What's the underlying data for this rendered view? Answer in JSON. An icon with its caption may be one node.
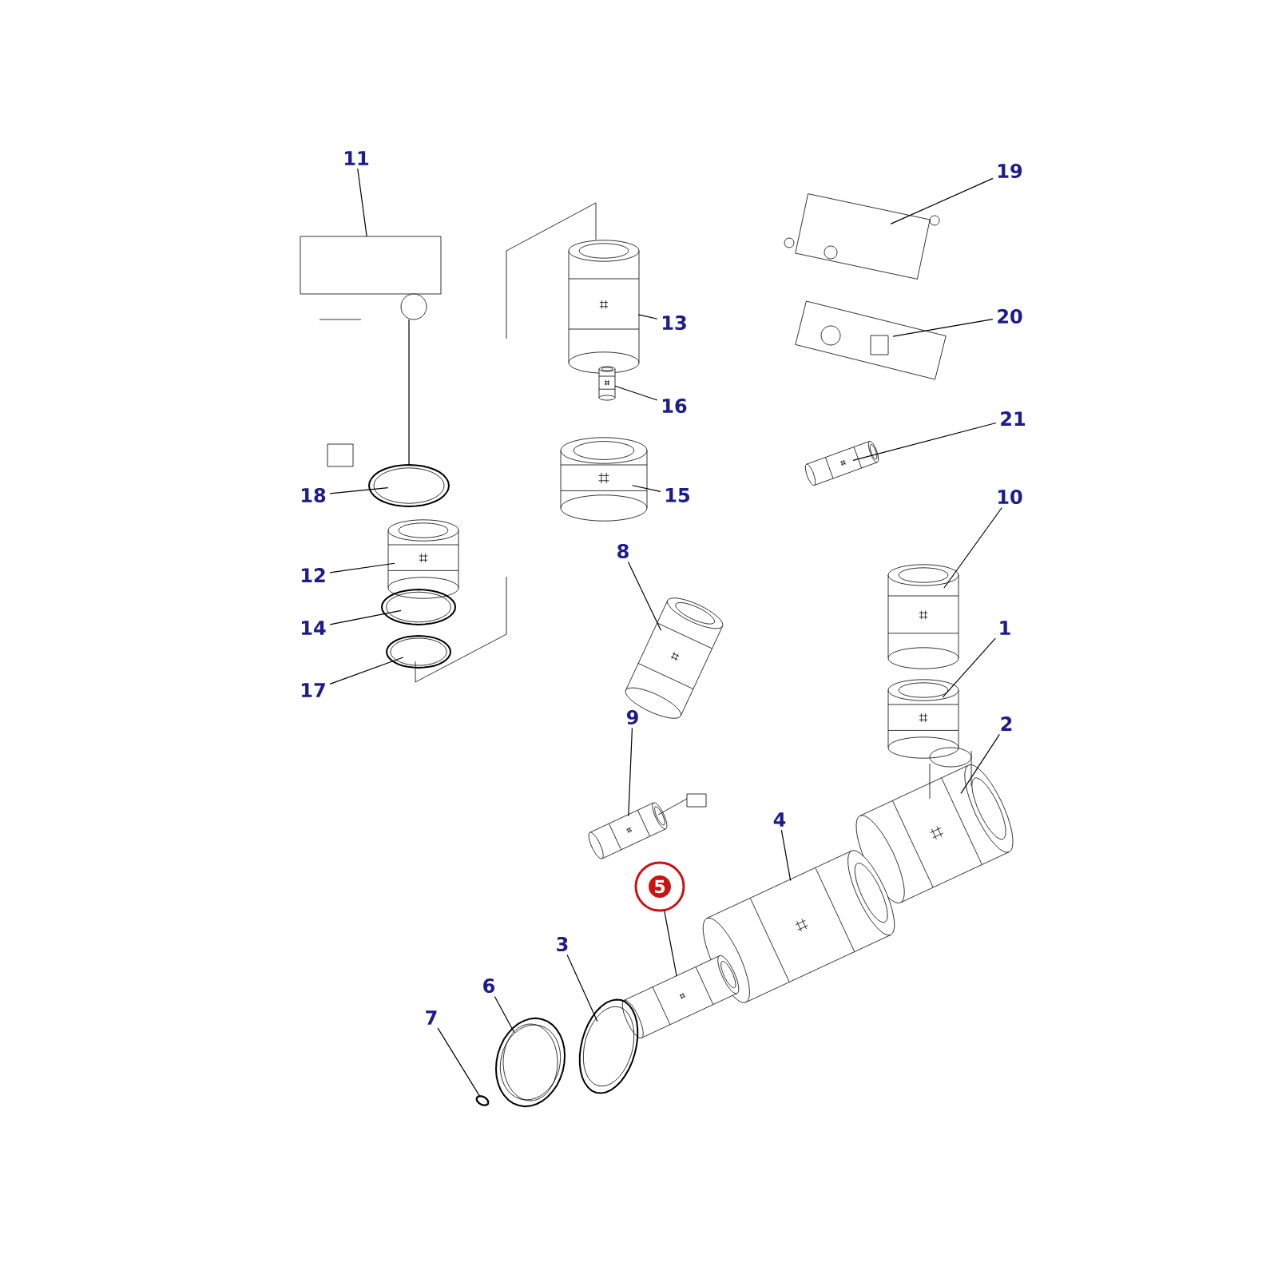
{
  "diagram": {
    "nodes": [
      {
        "text": [
          "11"
        ]
      },
      {
        "text": [
          "19"
        ]
      },
      {
        "text": [
          "20"
        ]
      },
      {
        "text": [
          "13"
        ]
      },
      {
        "text": [
          "16"
        ]
      },
      {
        "text": [
          "21"
        ]
      },
      {
        "text": [
          "18"
        ]
      },
      {
        "text": [
          "15"
        ]
      },
      {
        "text": [
          "10"
        ]
      },
      {
        "text": [
          "8"
        ]
      },
      {
        "text": [
          "12"
        ]
      },
      {
        "text": [
          "14"
        ]
      },
      {
        "text": [
          "1"
        ]
      },
      {
        "text": [
          "17"
        ]
      },
      {
        "text": [
          "9"
        ]
      },
      {
        "text": [
          "2"
        ]
      },
      {
        "text": [
          "4"
        ]
      },
      {
        "text": [
          "5"
        ]
      },
      {
        "text": [
          "3"
        ]
      },
      {
        "text": [
          "6"
        ]
      },
      {
        "text": [
          "7"
        ]
      },
      {
        "text": [],
        "shape": "picture"
      },
      {
        "text": [],
        "shape": "picture"
      },
      {
        "text": [],
        "shape": "picture"
      },
      {
        "text": [],
        "shape": "picture"
      },
      {
        "text": [],
        "shape": "picture"
      },
      {
        "text": [],
        "shape": "picture"
      },
      {
        "text": [],
        "shape": "picture"
      },
      {
        "text": [],
        "shape": "picture"
      },
      {
        "text": [],
        "shape": "picture"
      },
      {
        "text": [],
        "shape": "picture"
      },
      {
        "text": [],
        "shape": "picture"
      },
      {
        "text": [],
        "shape": "picture"
      },
      {
        "text": [],
        "shape": "picture"
      },
      {
        "text": [],
        "shape": "picture"
      },
      {
        "text": [],
        "shape": "picture"
      },
      {
        "text": [],
        "shape": "picture"
      },
      {
        "text": [],
        "shape": "picture"
      },
      {
        "text": [],
        "shape": "picture"
      },
      {
        "text": [],
        "shape": "picture"
      },
      {
        "text": [],
        "shape": "picture"
      },
      {
        "text": [],
        "shape": "picture"
      }
    ],
    "edges": [
      {
        "from": 0,
        "to": 21,
        "arrow": "none"
      },
      {
        "from": 1,
        "to": 22,
        "arrow": "none"
      },
      {
        "from": 2,
        "to": 23,
        "arrow": "none"
      },
      {
        "from": 3,
        "to": 24,
        "arrow": "none"
      },
      {
        "from": 4,
        "to": 25,
        "arrow": "none"
      },
      {
        "from": 5,
        "to": 26,
        "arrow": "none"
      },
      {
        "from": 6,
        "to": 27,
        "arrow": "none"
      },
      {
        "from": 7,
        "to": 28,
        "arrow": "none"
      },
      {
        "from": 8,
        "to": 29,
        "arrow": "none"
      },
      {
        "from": 9,
        "to": 30,
        "arrow": "none"
      },
      {
        "from": 10,
        "to": 31,
        "arrow": "none"
      },
      {
        "from": 11,
        "to": 32,
        "arrow": "none"
      },
      {
        "from": 12,
        "to": 33,
        "arrow": "none"
      },
      {
        "from": 13,
        "to": 34,
        "arrow": "none"
      },
      {
        "from": 14,
        "to": 35,
        "arrow": "none"
      },
      {
        "from": 15,
        "to": 36,
        "arrow": "none"
      },
      {
        "from": 16,
        "to": 37,
        "arrow": "none"
      },
      {
        "from": 17,
        "to": 38,
        "arrow": "none"
      },
      {
        "from": 18,
        "to": 39,
        "arrow": "none"
      },
      {
        "from": 19,
        "to": 40,
        "arrow": "none"
      },
      {
        "from": 20,
        "to": 41,
        "arrow": "none"
      },
      {
        "from": 21,
        "to": 27,
        "arrow": "none"
      }
    ]
  }
}
